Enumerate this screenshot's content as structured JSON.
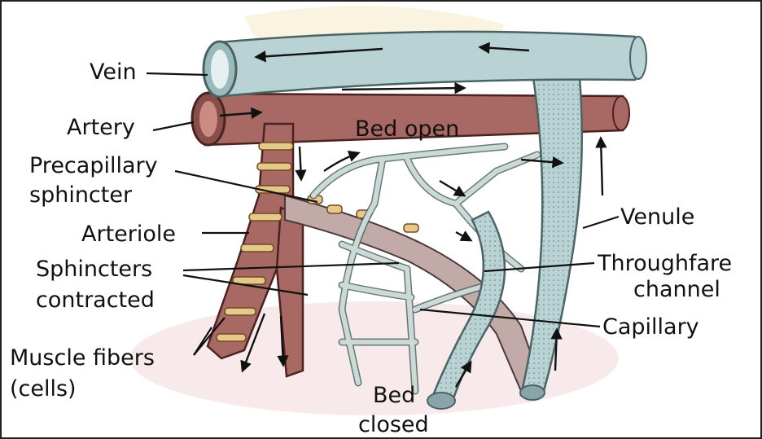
{
  "diagram": {
    "labels": {
      "vein": "Vein",
      "artery": "Artery",
      "bed_open": "Bed open",
      "precapillary_line1": "Precapillary",
      "precapillary_line2": "sphincter",
      "arteriole": "Arteriole",
      "sphincters_line1": "Sphincters",
      "sphincters_line2": "contracted",
      "muscle_line1": "Muscle fibers",
      "muscle_line2": "(cells)",
      "venule": "Venule",
      "thoroughfare_line1": "Throughfare",
      "thoroughfare_line2": "channel",
      "capillary": "Capillary",
      "bed_closed_line1": "Bed",
      "bed_closed_line2": "closed"
    },
    "colors": {
      "vein_fill": "#b9d2d4",
      "vein_stroke": "#4a6466",
      "artery_fill": "#a86863",
      "artery_stroke": "#4a2220",
      "capillary_fill": "#c9d6d2",
      "sphincter_fill": "#e6c98a",
      "background_watermark": "#f2dada"
    }
  }
}
